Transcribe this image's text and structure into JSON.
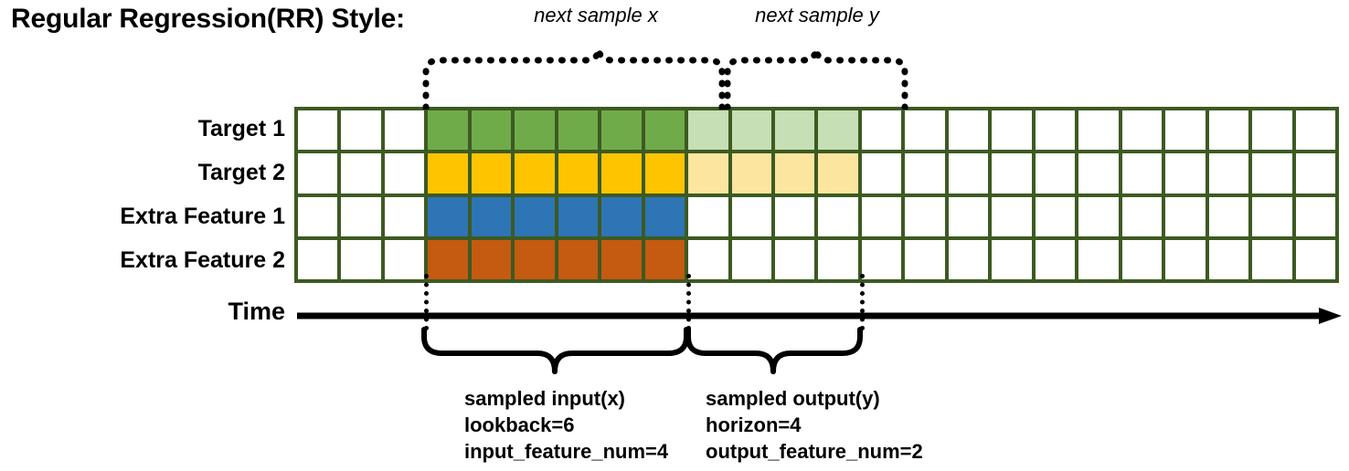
{
  "title": "Regular Regression(RR) Style:",
  "axis": {
    "time_label": "Time",
    "arrow": "right-arrow"
  },
  "rows": [
    {
      "label": "Target 1",
      "series": "target",
      "color": "#70ab4a",
      "light_color": "#c6dfb4"
    },
    {
      "label": "Target 2",
      "series": "target",
      "color": "#ffc400",
      "light_color": "#fce59e"
    },
    {
      "label": "Extra Feature 1",
      "series": "feature",
      "color": "#2e75b6",
      "light_color": null
    },
    {
      "label": "Extra Feature 2",
      "series": "feature",
      "color": "#c55a11",
      "light_color": null
    }
  ],
  "grid": {
    "total_columns": 24,
    "total_rows": 4,
    "leading_blank_columns": 3,
    "input_start_column": 4,
    "input_columns": 6,
    "output_start_column": 10,
    "output_columns": 4,
    "trailing_blank_columns": 11,
    "border_color": "#3d5a22",
    "empty_cell_color": "#ffffff",
    "cell_fills": [
      [
        "blank",
        "blank",
        "blank",
        "green",
        "green",
        "green",
        "green",
        "green",
        "green",
        "green-lt",
        "green-lt",
        "green-lt",
        "green-lt",
        "blank",
        "blank",
        "blank",
        "blank",
        "blank",
        "blank",
        "blank",
        "blank",
        "blank",
        "blank",
        "blank"
      ],
      [
        "blank",
        "blank",
        "blank",
        "yellow",
        "yellow",
        "yellow",
        "yellow",
        "yellow",
        "yellow",
        "yellow-lt",
        "yellow-lt",
        "yellow-lt",
        "yellow-lt",
        "blank",
        "blank",
        "blank",
        "blank",
        "blank",
        "blank",
        "blank",
        "blank",
        "blank",
        "blank",
        "blank"
      ],
      [
        "blank",
        "blank",
        "blank",
        "blue",
        "blue",
        "blue",
        "blue",
        "blue",
        "blue",
        "blank",
        "blank",
        "blank",
        "blank",
        "blank",
        "blank",
        "blank",
        "blank",
        "blank",
        "blank",
        "blank",
        "blank",
        "blank",
        "blank",
        "blank"
      ],
      [
        "blank",
        "blank",
        "blank",
        "orange",
        "orange",
        "orange",
        "orange",
        "orange",
        "orange",
        "blank",
        "blank",
        "blank",
        "blank",
        "blank",
        "blank",
        "blank",
        "blank",
        "blank",
        "blank",
        "blank",
        "blank",
        "blank",
        "blank",
        "blank"
      ]
    ]
  },
  "top_braces": [
    {
      "id": "next-sample-x",
      "caption": "next sample x"
    },
    {
      "id": "next-sample-y",
      "caption": "next sample y"
    }
  ],
  "bottom_braces": [
    {
      "id": "sampled-input",
      "lines": [
        "sampled input(x)",
        "lookback=6",
        "input_feature_num=4"
      ]
    },
    {
      "id": "sampled-output",
      "lines": [
        "sampled output(y)",
        "horizon=4",
        "output_feature_num=2"
      ]
    }
  ],
  "colors": {
    "border_green": "#3d5a22",
    "target1": "#70ab4a",
    "target1_light": "#c6dfb4",
    "target2": "#ffc400",
    "target2_light": "#fce59e",
    "feature1": "#2e75b6",
    "feature2": "#c55a11",
    "line": "#000000"
  }
}
